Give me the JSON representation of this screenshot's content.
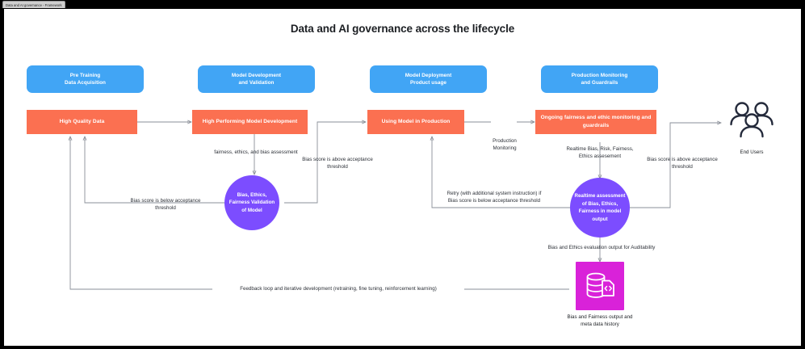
{
  "browser": {
    "tab_title": "Data and AI governance - Framework"
  },
  "diagram": {
    "title": "Data and AI governance across the lifecycle",
    "phases": [
      {
        "id": "pre-training",
        "line1": "Pre Training",
        "line2": "Data Acquisition"
      },
      {
        "id": "model-development",
        "line1": "Model Development",
        "line2": "and Validation"
      },
      {
        "id": "model-deployment",
        "line1": "Model Deployment",
        "line2": "Product usage"
      },
      {
        "id": "production-monitoring",
        "line1": "Production Monitoring",
        "line2": "and Guardrails"
      }
    ],
    "stages": [
      {
        "id": "high-quality-data",
        "label": "High Quality Data"
      },
      {
        "id": "high-performing-model-development",
        "label": "High Performing Model Development"
      },
      {
        "id": "using-model-in-production",
        "label": "Using Model in Production"
      },
      {
        "id": "ongoing-fairness-monitoring",
        "label": "Ongoing fairness and ethic monitoring and guardrails"
      }
    ],
    "validators": [
      {
        "id": "bias-ethics-fairness-validation",
        "label": "Bias, Ethics, Fairness Validation of Model"
      },
      {
        "id": "realtime-assessment",
        "label": "Realtime assessment of Bias, Ethics, Fairness in model output"
      }
    ],
    "store": {
      "id": "bias-fairness-store",
      "caption": "Bias and Fairness output and meta data history"
    },
    "end_users": {
      "id": "end-users",
      "label": "End Users"
    },
    "edge_labels": {
      "fairness_assessment": "fairness, ethics, and bias assessment",
      "bias_above_left": "Bias score is above acceptance threshold",
      "bias_below_left": "Bias score is below acceptance threshold",
      "production_monitoring": "Production Monitoring",
      "realtime_assessment_edge": "Realtime Bias, Risk, Fairness, Ethics assesement",
      "bias_above_right": "Bias score is above acceptance threshold",
      "retry_edge": "Retry (with additional system instruction) if Bias score is below acceptance threshold",
      "auditability": "Bias and Ethics evaluation output for Auditability",
      "feedback_loop": "Feedback loop and iterative development (retraining, fine tuning, reinforcement learning)"
    },
    "colors": {
      "phase": "#41a5f5",
      "stage": "#fb7051",
      "validator": "#7c4dff",
      "store": "#d922d9",
      "connector": "#8a8f98",
      "text": "#2b2f36"
    }
  }
}
